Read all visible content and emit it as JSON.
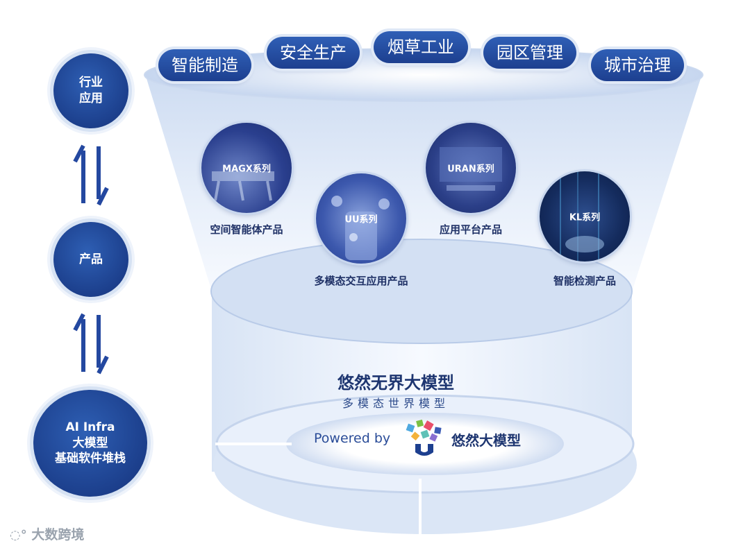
{
  "industries": [
    "智能制造",
    "安全生产",
    "烟草工业",
    "园区管理",
    "城市治理"
  ],
  "stages": {
    "industry": [
      "行业",
      "应用"
    ],
    "product": [
      "产品"
    ],
    "infra": [
      "AI Infra",
      "大模型",
      "基础软件堆栈"
    ]
  },
  "products": [
    {
      "tag": "MAGX系列",
      "caption": "空间智能体产品"
    },
    {
      "tag": "UU系列",
      "caption": "多模态交互应用产品"
    },
    {
      "tag": "URAN系列",
      "caption": "应用平台产品"
    },
    {
      "tag": "KL系列",
      "caption": "智能检测产品"
    }
  ],
  "base": {
    "title": "悠然无界大模型",
    "subtitle": "多模态世界模型",
    "powered_by": "Powered by",
    "brand": "悠然大模型"
  },
  "watermark": "大数跨境",
  "colors": {
    "primary": "#1d3f8f",
    "accent": "#2f5fb6",
    "light": "#dfe8f6"
  }
}
